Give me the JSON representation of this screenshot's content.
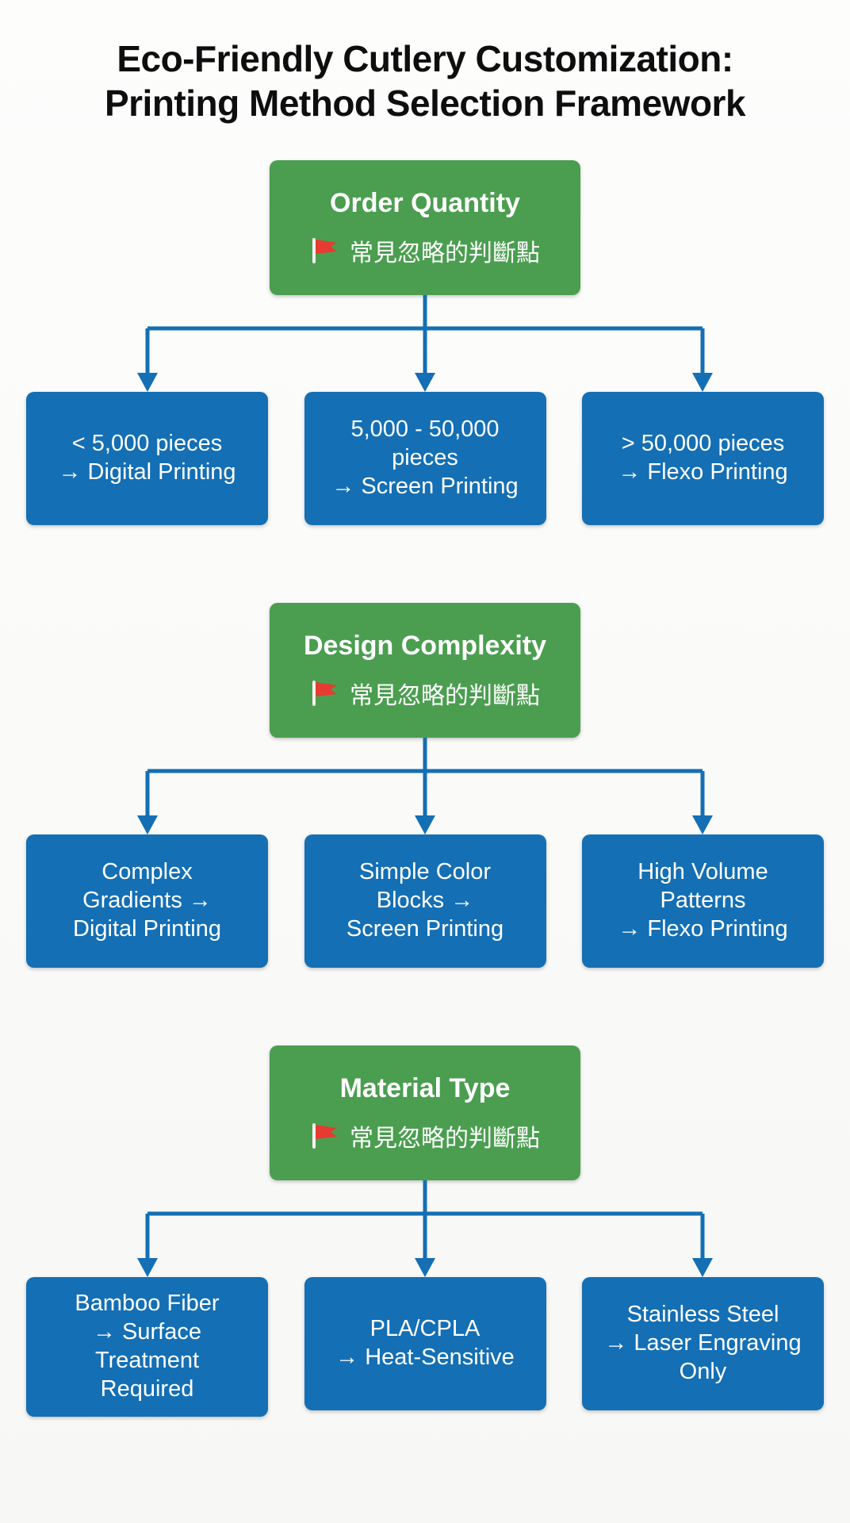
{
  "page": {
    "title_line1": "Eco-Friendly Cutlery Customization:",
    "title_line2": "Printing Method Selection Framework"
  },
  "colors": {
    "decision_green": "#4b9e50",
    "branch_blue": "#146fb4",
    "connector_blue": "#146fb4",
    "flag_red": "#e53b31",
    "text_white": "#ffffff",
    "title_black": "#0e0e0e"
  },
  "sections": [
    {
      "header": "Order Quantity",
      "note": "常見忽略的判斷點",
      "branches": [
        "< 5,000 pieces\n→ Digital Printing",
        "5,000 - 50,000\npieces\n→ Screen Printing",
        "> 50,000 pieces\n→ Flexo Printing"
      ]
    },
    {
      "header": "Design Complexity",
      "note": "常見忽略的判斷點",
      "branches": [
        "Complex\nGradients →\nDigital Printing",
        "Simple Color\nBlocks →\nScreen Printing",
        "High Volume\nPatterns\n→ Flexo Printing"
      ]
    },
    {
      "header": "Material Type",
      "note": "常見忽略的判斷點",
      "branches": [
        "Bamboo Fiber\n→ Surface\nTreatment\nRequired",
        "PLA/CPLA\n→ Heat-Sensitive",
        "Stainless Steel\n→ Laser Engraving\nOnly"
      ]
    }
  ]
}
